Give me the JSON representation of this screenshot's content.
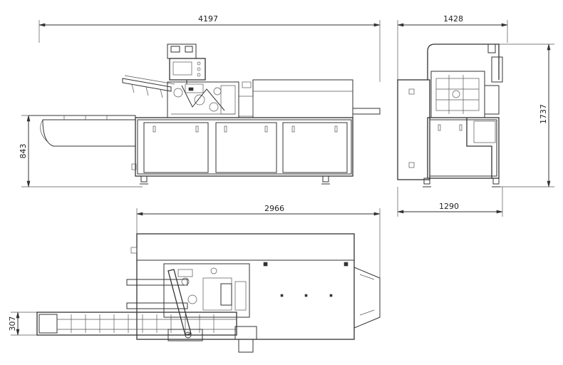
{
  "dimensions": {
    "front_length": "4197",
    "front_height": "843",
    "side_width": "1428",
    "side_height": "1737",
    "side_base": "1290",
    "top_length": "2966",
    "top_width": "307"
  }
}
